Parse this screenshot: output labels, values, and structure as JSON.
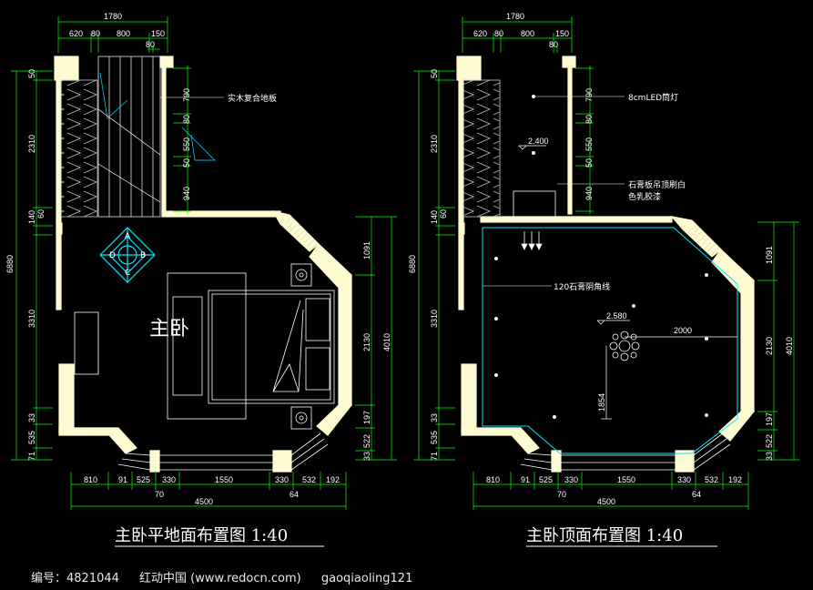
{
  "left_plan": {
    "title": "主卧平地面布置图 1:40",
    "room_label": "主卧",
    "note_floor": "实木复合地板",
    "top_total": "1780",
    "top_parts": [
      "620",
      "80",
      "800",
      "150"
    ],
    "top_sub": "80",
    "left_total": "6880",
    "left_parts": [
      "50",
      "2310",
      "140",
      "60",
      "3310",
      "33",
      "535",
      "71"
    ],
    "right_upper": [
      "790",
      "80",
      "550",
      "50",
      "940"
    ],
    "right_lower": [
      "1091",
      "4010",
      "2130",
      "197",
      "522",
      "33"
    ],
    "bottom_parts": [
      "810",
      "91",
      "525",
      "330",
      "1550",
      "330",
      "532",
      "192"
    ],
    "bottom_sub": [
      "70",
      "64"
    ],
    "bottom_total": "4500",
    "compass": {
      "top": "A",
      "left": "D",
      "right": "B",
      "bottom": "C"
    }
  },
  "right_plan": {
    "title": "主卧顶面布置图 1:40",
    "note_led": "8cmLED筒灯",
    "note_gypsum_1": "石膏板吊顶刷白",
    "note_gypsum_2": "色乳胶漆",
    "note_cornice": "120石膏阴角线",
    "level_1": "2.400",
    "level_2": "2.580",
    "dim_2000": "2000",
    "dim_1854": "1854",
    "top_total": "1780",
    "top_parts": [
      "620",
      "80",
      "800",
      "150"
    ],
    "top_sub": "80",
    "left_total": "6880",
    "left_parts": [
      "50",
      "2310",
      "140",
      "60",
      "3310",
      "33",
      "535",
      "71"
    ],
    "right_upper": [
      "790",
      "80",
      "550",
      "50",
      "940"
    ],
    "right_lower": [
      "1091",
      "4010",
      "2130",
      "197",
      "522",
      "33"
    ],
    "bottom_parts": [
      "810",
      "91",
      "525",
      "330",
      "1550",
      "330",
      "532",
      "192"
    ],
    "bottom_sub": [
      "70",
      "64"
    ],
    "bottom_total": "4500"
  },
  "footer": {
    "id": "编号：4821044",
    "site": "红动中国 (www.redocn.com)",
    "author": "gaoqiaoling121"
  },
  "colors": {
    "wall": "#fffbd0",
    "dim": "#00ff00",
    "cyan": "#00e5ff",
    "bg": "#000000"
  }
}
